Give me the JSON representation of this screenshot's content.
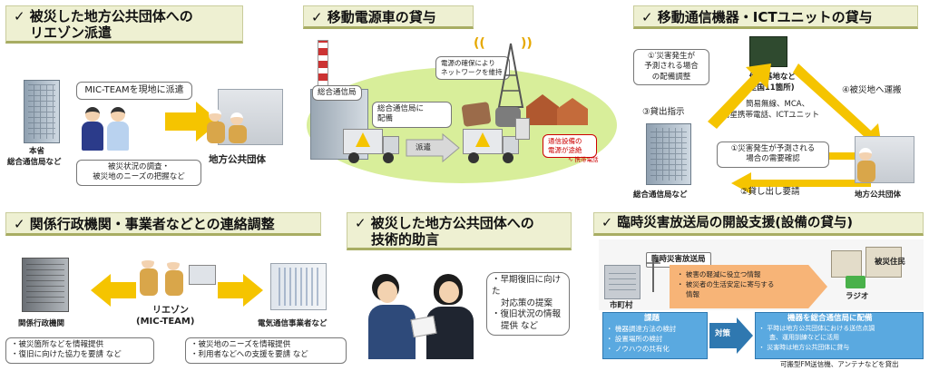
{
  "panels": {
    "p1": {
      "title_line1": "✓ 被災した地方公共団体への",
      "title_line2": "リエゾン派遣",
      "speech": "MIC-TEAMを現地に派遣",
      "hq_line1": "本省",
      "hq_line2": "総合通信局など",
      "local_gov": "地方公共団体",
      "task_line1": "被災状況の調査・",
      "task_line2": "被災地のニーズの把握など"
    },
    "p2": {
      "title": "✓ 移動電源車の貸与",
      "office_label": "総合通信局",
      "dispatch_note_line1": "総合通信局に",
      "dispatch_note_line2": "配備",
      "network_note_line1": "電源の確保により",
      "network_note_line2": "ネットワークを維持",
      "dispatch": "派遣",
      "outage_line1": "通信設備の",
      "outage_line2": "電源が途絶",
      "ntt_mark": "携帯電話"
    },
    "p3": {
      "title": "✓ 移動通信機器・ICTユニットの貸与",
      "step1p_line1": "①′災害発生が",
      "step1p_line2": "予測される場合",
      "step1p_line3": "の配備調整",
      "stockpile_line1": "備蓄基地など",
      "stockpile_line2": "(全国11箇所)",
      "equipment_line1": "簡易無線、MCA、",
      "equipment_line2": "衛星携帯電話、ICTユニット",
      "step3": "③貸出指示",
      "step4": "④被災地へ運搬",
      "step1_line1": "①災害発生が予測される",
      "step1_line2": "場合の需要確認",
      "step2": "②貸し出し要請",
      "hq": "総合通信局など",
      "local_gov": "地方公共団体"
    },
    "p4": {
      "title": "✓ 関係行政機関・事業者などとの連絡調整",
      "gov_agencies": "関係行政機関",
      "liaison_line1": "リエゾン",
      "liaison_line2": "(MIC-TEAM)",
      "telecom": "電気通信事業者など",
      "left_line1": "・被災箇所などを情報提供",
      "left_line2": "・復旧に向けた協力を要請 など",
      "right_line1": "・被災地のニーズを情報提供",
      "right_line2": "・利用者などへの支援を要請 など"
    },
    "p5": {
      "title_line1": "✓ 被災した地方公共団体への",
      "title_line2": "技術的助言",
      "advice_line1": "・早期復旧に向けた",
      "advice_line2": "対応策の提案",
      "advice_line3": "・復旧状況の情報",
      "advice_line4": "提供 など"
    },
    "p6": {
      "title": "✓ 臨時災害放送局の開設支援(設備の貸与)",
      "station": "臨時災害放送局",
      "residents": "被災住民",
      "municipality": "市町村",
      "info_line1": "・ 被害の軽減に役立つ情報",
      "info_line2": "・ 被災者の生活安定に寄与する",
      "info_line3": "情報",
      "radio": "ラジオ",
      "issues_title": "課題",
      "issue1": "・ 機器調達方法の検討",
      "issue2": "・ 設置場所の検討",
      "issue3": "・ ノウハウの共有化",
      "measures": "対策",
      "deploy_title": "機器を総合通信局に配備",
      "deploy1": "・ 平時は地方公共団体における送信点調",
      "deploy2": "査、運用訓練などに活用",
      "deploy3": "・ 災害時は地方公共団体に貸与",
      "footnote": "可搬型FM送信機、アンテナなどを貸出"
    }
  },
  "colors": {
    "arrow_yellow": "#f5c400",
    "title_bg": "#eef0d2",
    "green_field": "#d8ee9a",
    "blue_box": "#5aa9e0",
    "orange_box": "#f7b477"
  }
}
